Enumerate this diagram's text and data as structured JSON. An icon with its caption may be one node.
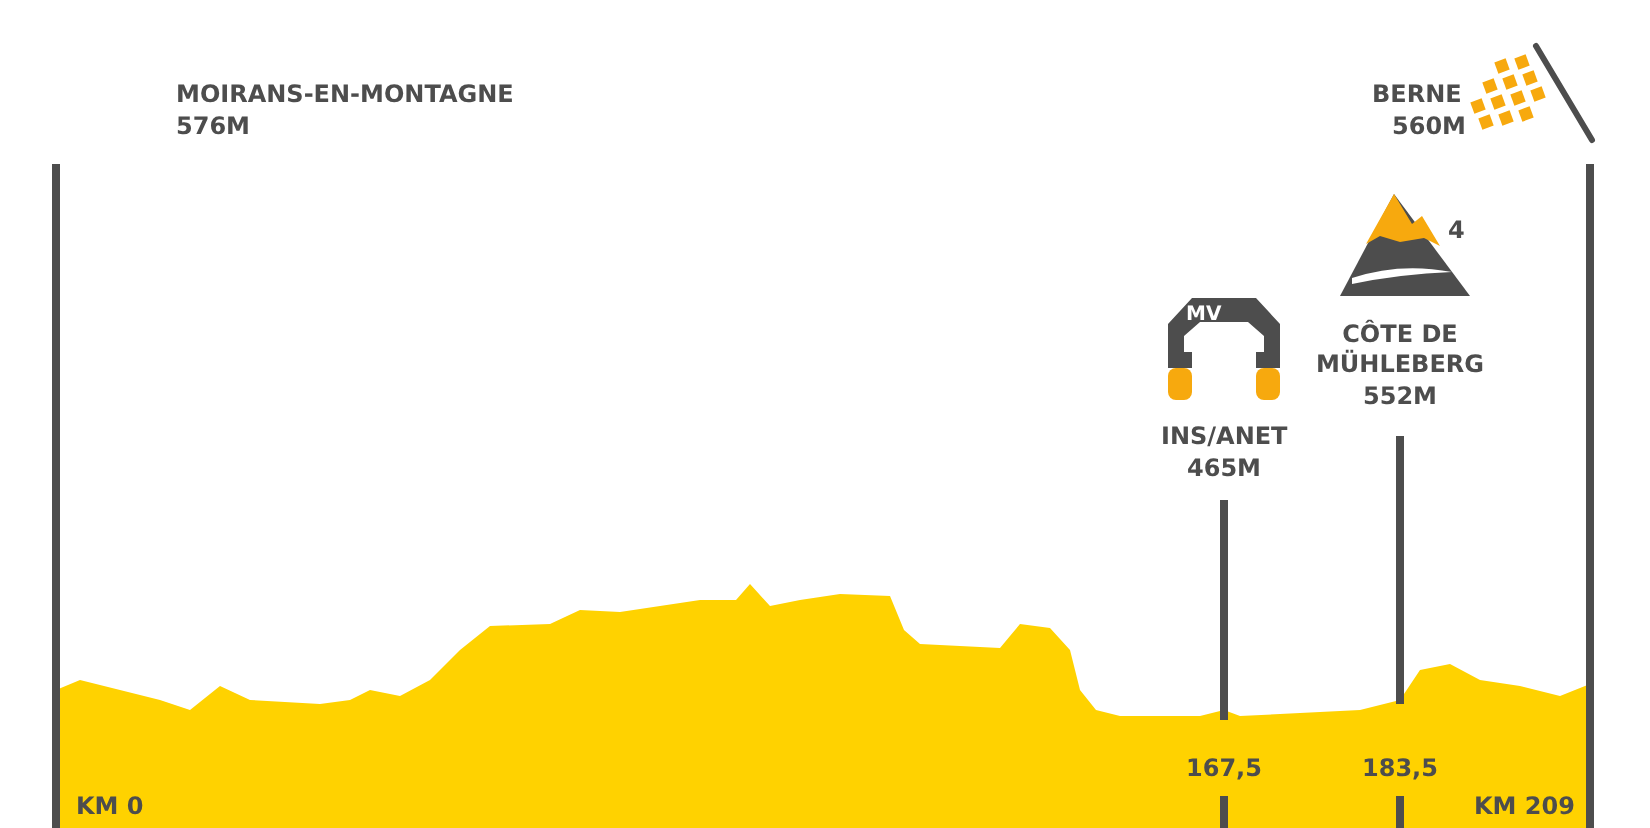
{
  "diagram": {
    "labels": [
      "MOIRANS-EN-MONTAGNE",
      "576M",
      "BERNE",
      "560M",
      "4",
      "MV",
      "CÔTE DE MÜHLEBERG",
      "552M",
      "INS/ANET",
      "465M",
      "167,5",
      "183,5",
      "KM 0",
      "KM 209"
    ]
  }
}
